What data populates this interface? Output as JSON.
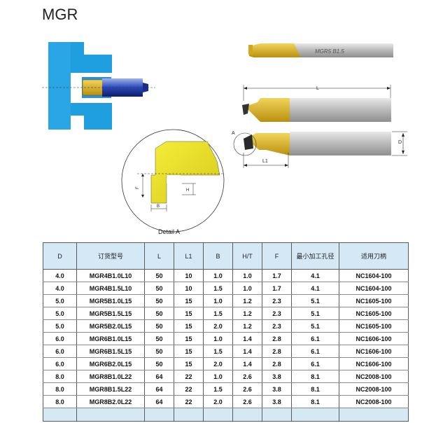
{
  "title": "MGR",
  "drawing": {
    "dim_L": "L",
    "dim_L1": "L1",
    "dim_D": "D",
    "marker_A": "A",
    "dim_F": "F",
    "dim_H": "H",
    "dim_B": "B",
    "tool_marking": "MGR5  B1.5",
    "detail_label": "Detail A"
  },
  "table": {
    "headers": [
      "D",
      "订货型号",
      "L",
      "L1",
      "B",
      "H/T",
      "F",
      "最小加工孔径",
      "适用刀柄"
    ],
    "rows": [
      [
        "4.0",
        "MGR4B1.0L10",
        "50",
        "10",
        "1.0",
        "1.0",
        "1.7",
        "4.1",
        "NC1604-100"
      ],
      [
        "4.0",
        "MGR4B1.5L10",
        "50",
        "10",
        "1.5",
        "1.0",
        "1.7",
        "4.1",
        "NC1604-100"
      ],
      [
        "5.0",
        "MGR5B1.0L15",
        "50",
        "15",
        "1.0",
        "1.2",
        "2.3",
        "5.1",
        "NC1605-100"
      ],
      [
        "5.0",
        "MGR5B1.5L15",
        "50",
        "15",
        "1.5",
        "1.2",
        "2.3",
        "5.1",
        "NC1605-100"
      ],
      [
        "5.0",
        "MGR5B2.0L15",
        "50",
        "15",
        "2.0",
        "1.2",
        "2.3",
        "5.1",
        "NC1605-100"
      ],
      [
        "6.0",
        "MGR6B1.0L15",
        "50",
        "15",
        "1.0",
        "1.4",
        "2.8",
        "6.1",
        "NC1606-100"
      ],
      [
        "6.0",
        "MGR6B1.5L15",
        "50",
        "15",
        "1.5",
        "1.4",
        "2.8",
        "6.1",
        "NC1606-100"
      ],
      [
        "6.0",
        "MGR6B2.0L15",
        "50",
        "15",
        "2.0",
        "1.4",
        "2.8",
        "6.1",
        "NC1606-100"
      ],
      [
        "8.0",
        "MGR8B1.0L22",
        "64",
        "22",
        "1.0",
        "2.6",
        "3.8",
        "8.1",
        "NC2008-100"
      ],
      [
        "8.0",
        "MGR8B1.5L22",
        "64",
        "22",
        "1.5",
        "2.6",
        "3.8",
        "8.1",
        "NC2008-100"
      ],
      [
        "8.0",
        "MGR8B2.0L22",
        "64",
        "22",
        "2.0",
        "2.6",
        "3.8",
        "8.1",
        "NC2008-100"
      ]
    ]
  }
}
